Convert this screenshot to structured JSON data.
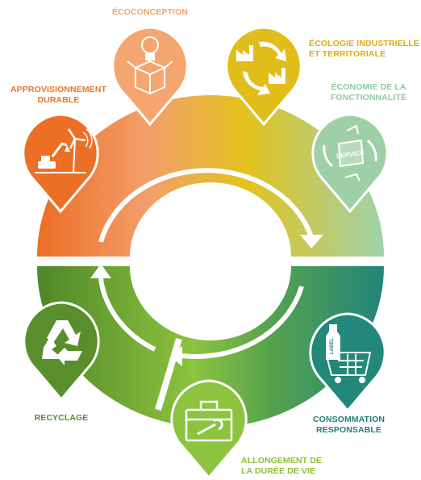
{
  "labels": {
    "approvisionnement": [
      "APPROVISIONNEMENT",
      "DURABLE"
    ],
    "ecoconception": [
      "ÉCOCONCEPTION"
    ],
    "ecologie": [
      "ÉCOLOGIE INDUSTRIELLE",
      "ET TERRITORIALE"
    ],
    "economie": [
      "ÉCONOMIE DE LA",
      "FONCTIONNALITÉ"
    ],
    "consommation": [
      "CONSOMMATION",
      "RESPONSABLE"
    ],
    "allongement": [
      "ALLONGEMENT DE",
      "LA DURÉE DE VIE"
    ],
    "recyclage": [
      "RECYCLAGE"
    ]
  },
  "icon_texts": {
    "service": "SERVICE",
    "label": "LABEL"
  },
  "colors": {
    "approvisionnement": "#ec6f26",
    "ecoconception": "#f4a570",
    "ecologie": "#e1bd1b",
    "economie": "#9fcfa6",
    "consommation": "#23877a",
    "allongement": "#8cc33f",
    "recyclage": "#5a8e2c",
    "label_orange": "#ee7422",
    "label_peach": "#f3a26d",
    "label_yellow": "#d9ae17",
    "label_mint": "#8fcca0",
    "label_teal": "#1f8277",
    "label_green": "#8bbf36",
    "label_dkgreen": "#5a8c2a"
  },
  "icons": {
    "approvisionnement": "excavator-wind-turbine-icon",
    "ecoconception": "bulb-in-box-icon",
    "ecologie": "factories-cycle-icon",
    "economie": "service-exchange-icon",
    "consommation": "bottle-cart-icon",
    "allongement": "toolbox-wrench-icon",
    "recyclage": "recycle-icon"
  }
}
